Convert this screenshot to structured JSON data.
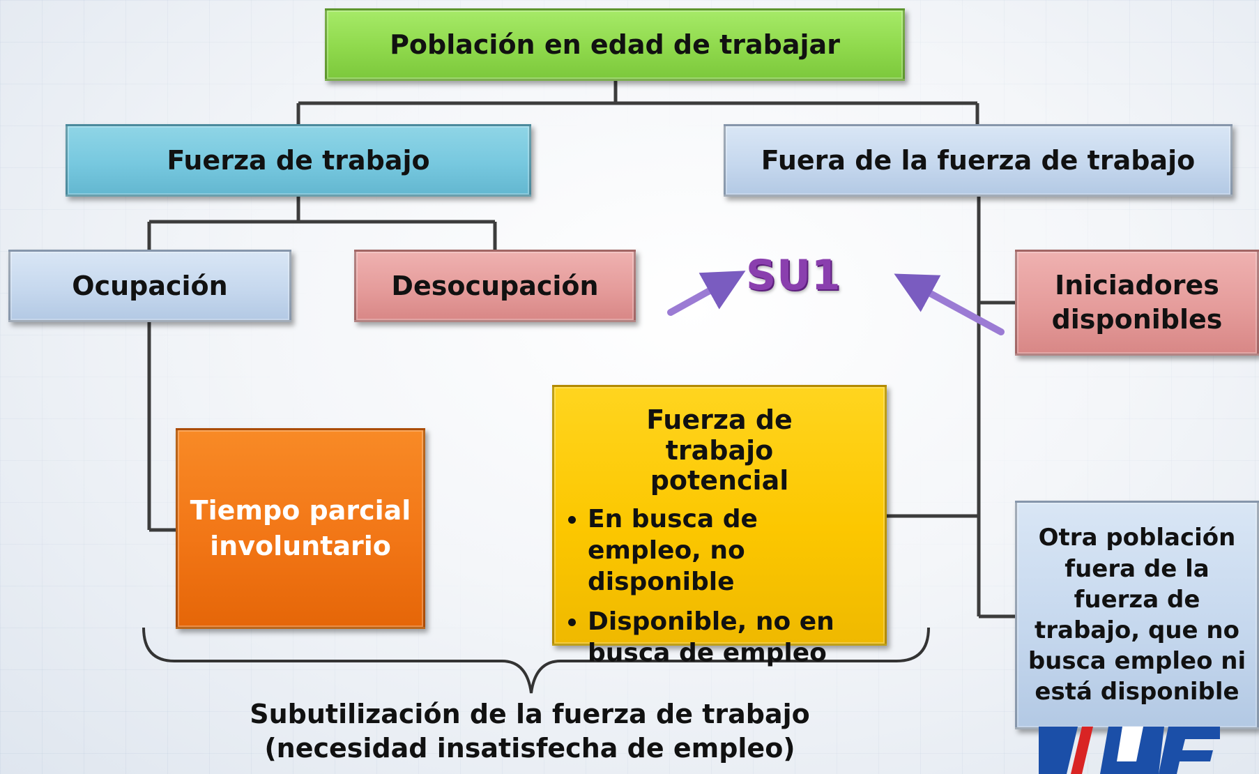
{
  "nodes": {
    "poblacion": "Población en edad de trabajar",
    "fuerza": "Fuerza de trabajo",
    "fuera": "Fuera de la fuerza de trabajo",
    "ocupacion": "Ocupación",
    "desocupacion": "Desocupación",
    "iniciadores": "Iniciadores disponibles",
    "tiempo_parcial": "Tiempo parcial involuntario",
    "potencial": {
      "title": "Fuerza de trabajo potencial",
      "bullets": [
        "En busca de empleo, no disponible",
        "Disponible, no en busca de empleo"
      ]
    },
    "otra": "Otra población fuera de la fuerza de trabajo, que no busca empleo ni está disponible"
  },
  "su1_label": "SU1",
  "caption": {
    "line1": "Subutilización de la fuerza de trabajo",
    "line2": "(necesidad insatisfecha de empleo)"
  },
  "colors": {
    "green": "#8fd94c",
    "cyan": "#77c8df",
    "light_blue": "#c6d8ee",
    "pink": "#e59c9b",
    "orange": "#f27616",
    "yellow": "#fcc700",
    "arrow": "#9b7bd4",
    "su1": "#8a3fae"
  }
}
